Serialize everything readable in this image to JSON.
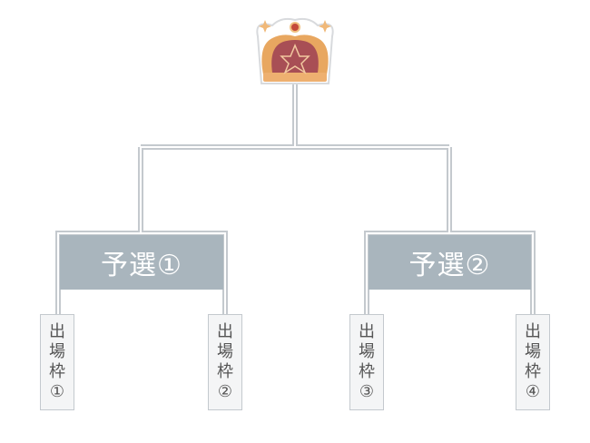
{
  "trophy": {
    "icon": "crown-icon"
  },
  "qualifiers": [
    {
      "label": "予選①",
      "slots": [
        [
          "出",
          "場",
          "枠",
          "①"
        ],
        [
          "出",
          "場",
          "枠",
          "②"
        ]
      ]
    },
    {
      "label": "予選②",
      "slots": [
        [
          "出",
          "場",
          "枠",
          "③"
        ],
        [
          "出",
          "場",
          "枠",
          "④"
        ]
      ]
    }
  ],
  "colors": {
    "qualifier_fill": "#a9b5bd",
    "line": "#c4c9ce",
    "crown": "#e8a760",
    "crown_inner": "#a84f55"
  }
}
